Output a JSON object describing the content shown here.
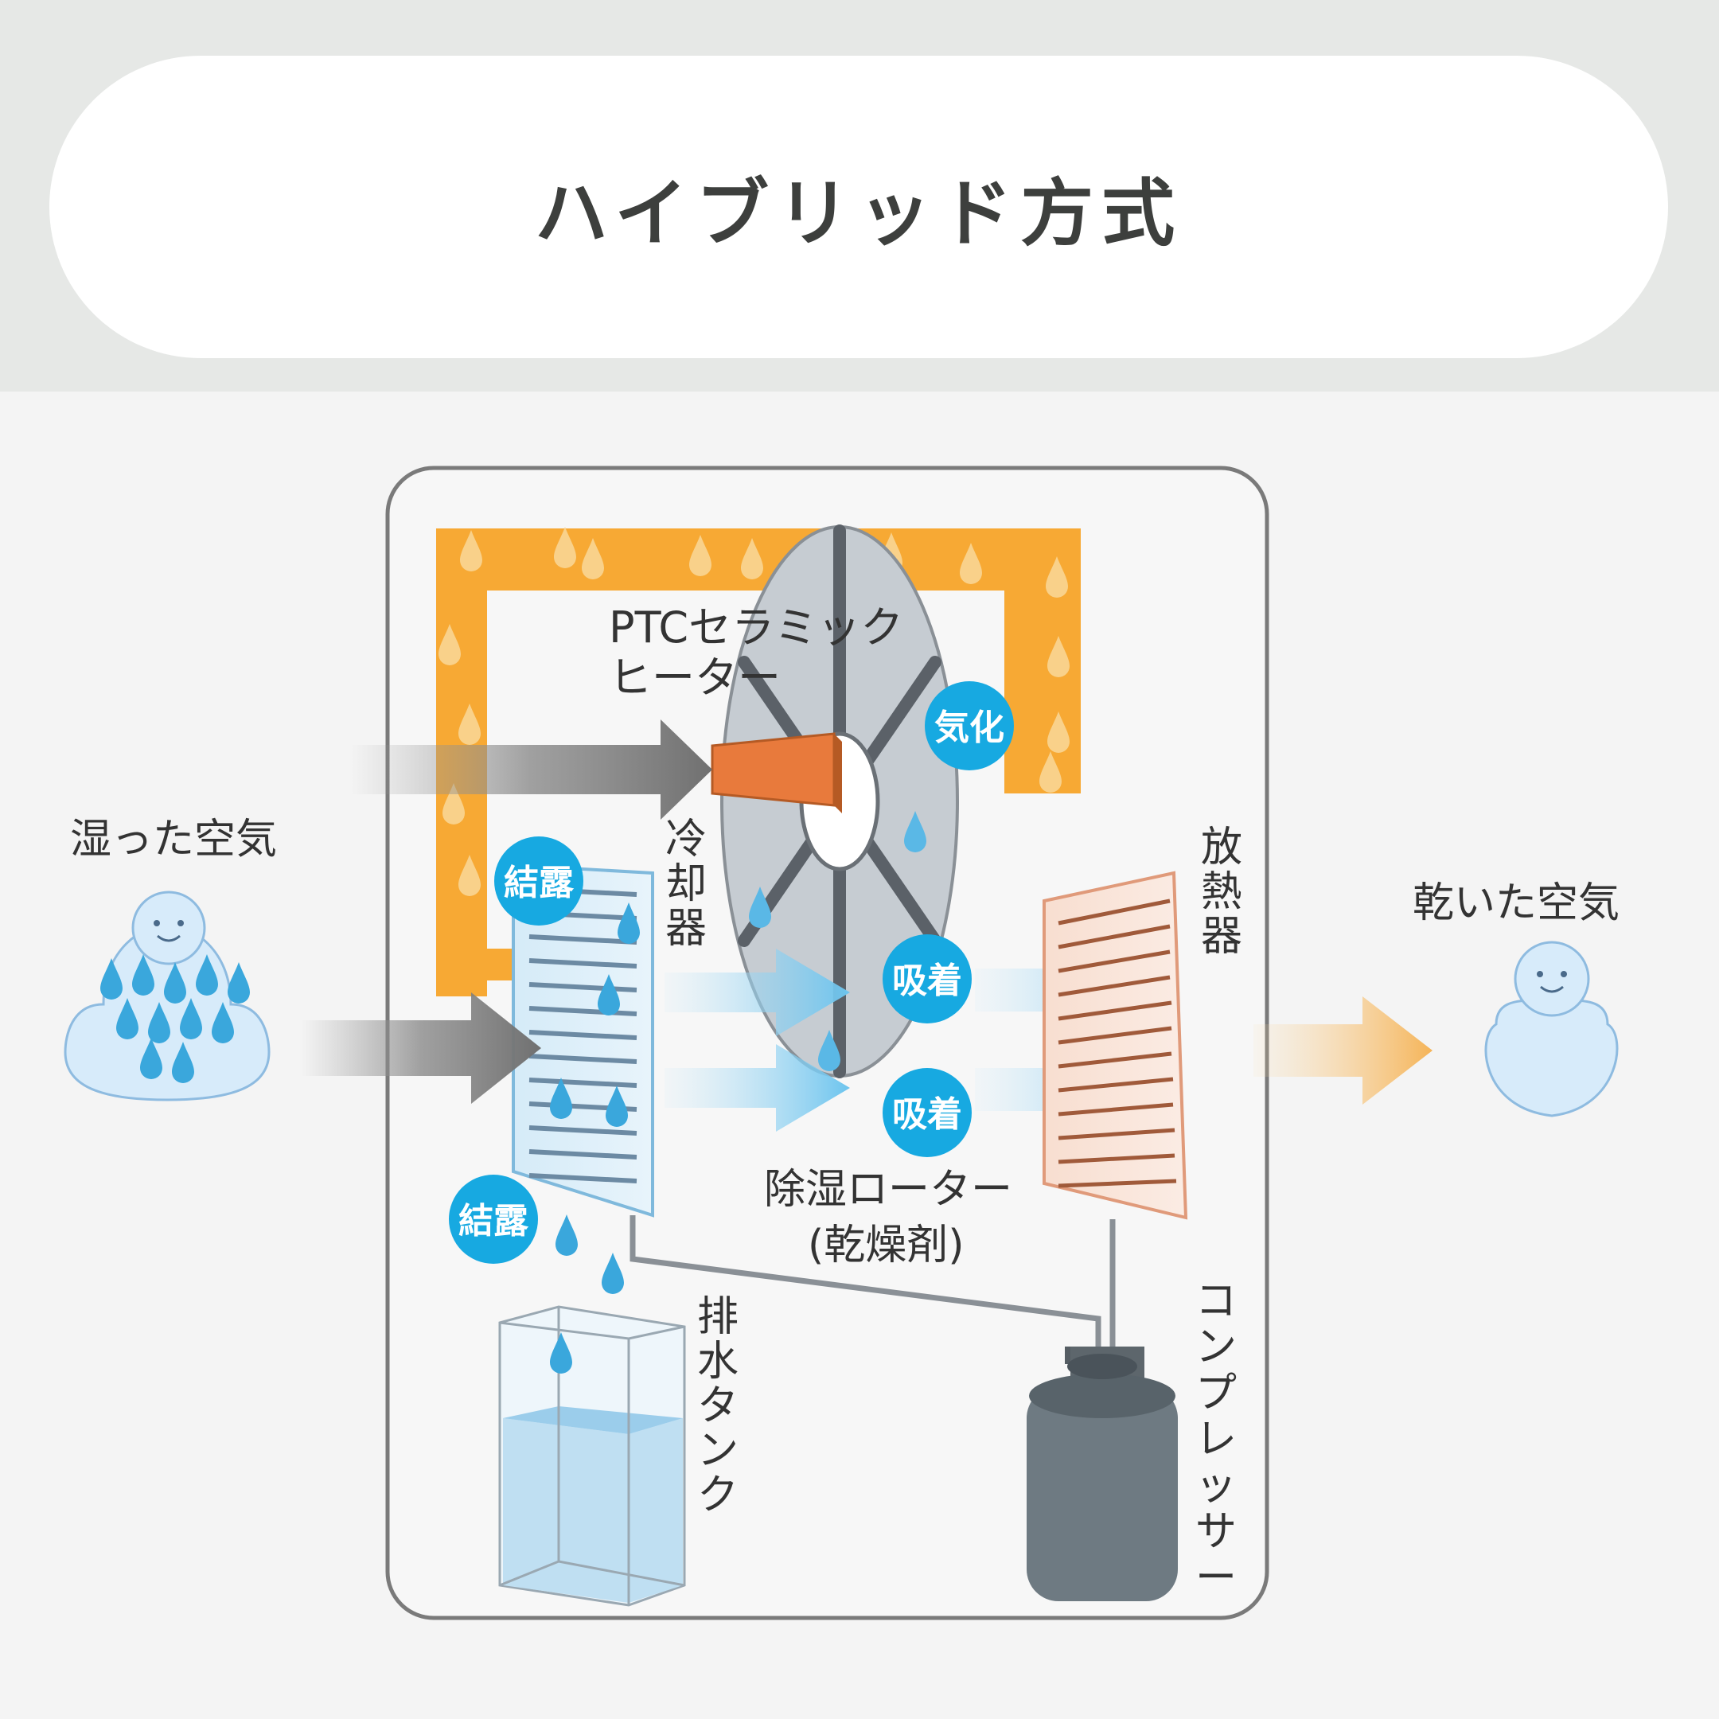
{
  "header": {
    "title": "ハイブリッド方式"
  },
  "labels": {
    "humid_air": "湿った空気",
    "dry_air": "乾いた空気",
    "ptc_line1": "PTCセラミック",
    "ptc_line2": "ヒーター",
    "cooler": [
      "冷",
      "却",
      "器"
    ],
    "radiator": [
      "放",
      "熱",
      "器"
    ],
    "rotor_line1": "除湿ローター",
    "rotor_line2": "(乾燥剤)",
    "tank": [
      "排",
      "水",
      "タ",
      "ン",
      "ク"
    ],
    "compressor": [
      "コ",
      "ン",
      "プ",
      "レ",
      "ッ",
      "サ",
      "ー"
    ]
  },
  "badges": {
    "vaporize": "気化",
    "condense_top": "結露",
    "condense_bottom": "結露",
    "adsorb_top": "吸着",
    "adsorb_bottom": "吸着"
  },
  "colors": {
    "duct_orange": "#f7a934",
    "badge_blue": "#17a9e1",
    "heater_orange": "#e87a3c",
    "drop_blue": "#3aa7dc",
    "compressor_gray": "#6e7a82",
    "rotor_gray": "#c6ccd2"
  }
}
